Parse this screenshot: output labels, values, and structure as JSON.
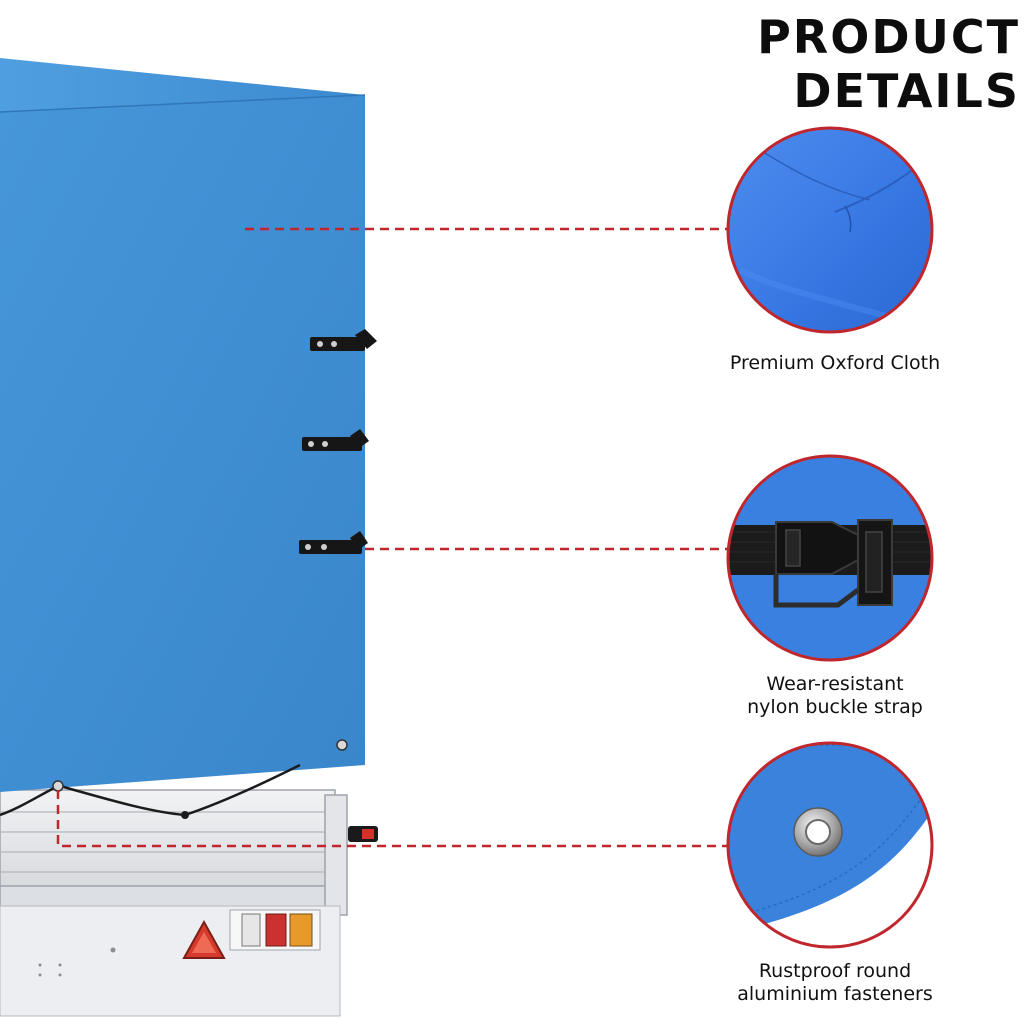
{
  "heading": "PRODUCT DETAILS",
  "features": [
    {
      "lines": [
        "Premium Oxford Cloth"
      ],
      "icon": "oxford-cloth-closeup"
    },
    {
      "lines": [
        "Wear-resistant",
        "nylon buckle strap"
      ],
      "icon": "buckle-strap-closeup"
    },
    {
      "lines": [
        "Rustproof round",
        "aluminium fasteners"
      ],
      "icon": "grommet-closeup"
    }
  ],
  "colors": {
    "cover_blue": "#3e8fd6",
    "leader_line": "#c0272d",
    "circle_border": "#c0272d"
  }
}
